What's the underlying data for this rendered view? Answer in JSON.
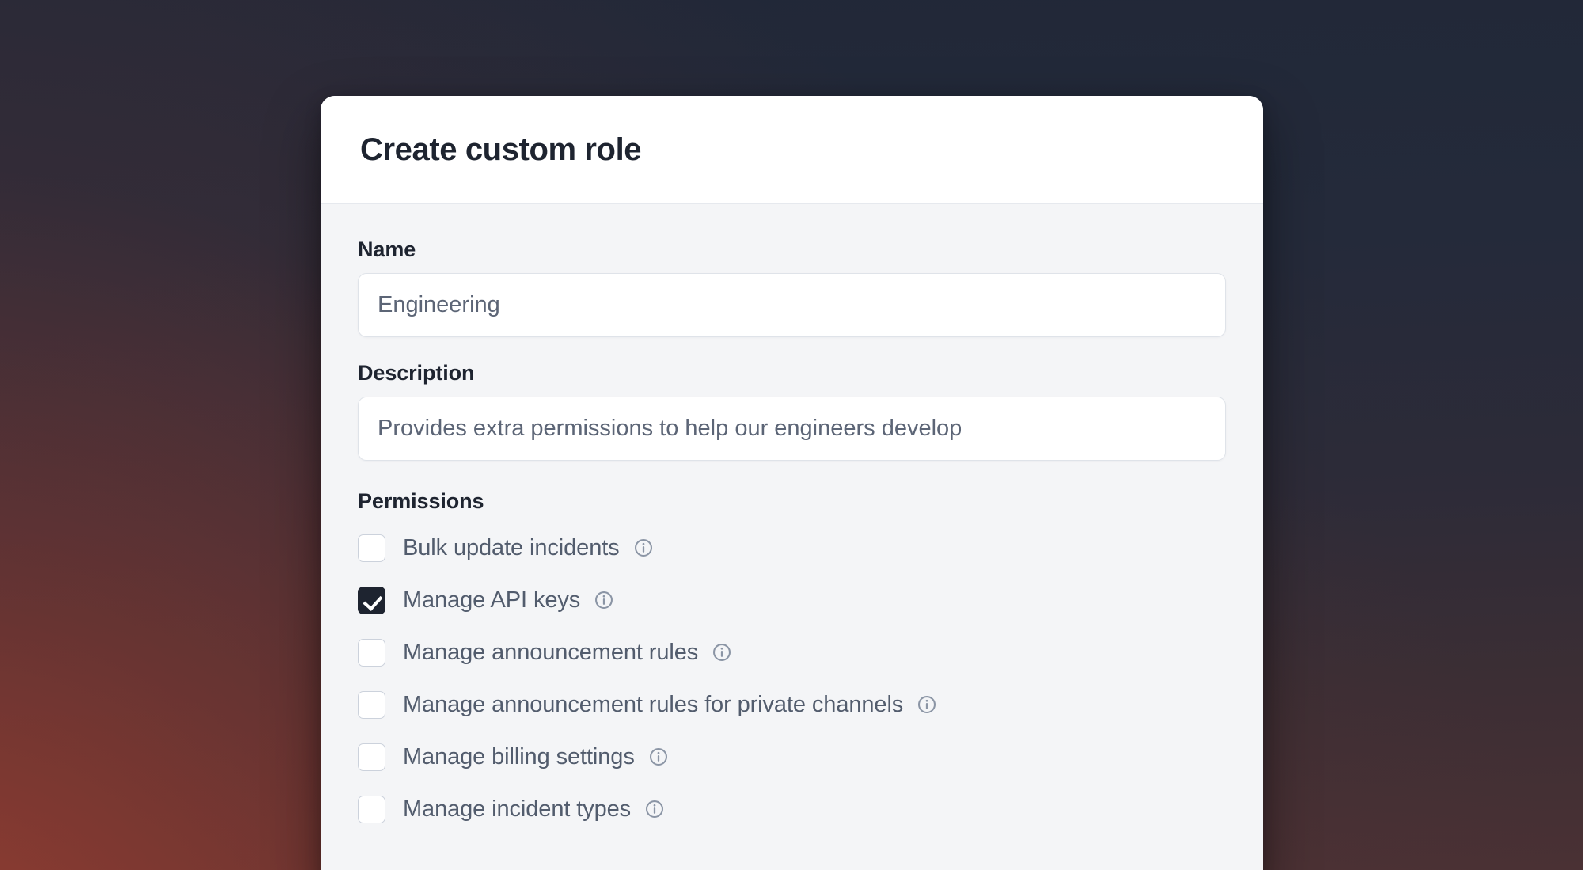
{
  "dialog": {
    "title": "Create custom role"
  },
  "form": {
    "name": {
      "label": "Name",
      "value": "",
      "placeholder": "Engineering"
    },
    "description": {
      "label": "Description",
      "value": "",
      "placeholder": "Provides extra permissions to help our engineers develop"
    },
    "permissions": {
      "label": "Permissions",
      "info_icon": "info-icon",
      "items": [
        {
          "label": "Bulk update incidents",
          "checked": false
        },
        {
          "label": "Manage API keys",
          "checked": true
        },
        {
          "label": "Manage announcement rules",
          "checked": false
        },
        {
          "label": "Manage announcement rules for private channels",
          "checked": false
        },
        {
          "label": "Manage billing settings",
          "checked": false
        },
        {
          "label": "Manage incident types",
          "checked": false
        }
      ]
    }
  },
  "colors": {
    "accent": "#1e2430",
    "dialog_background": "#ffffff",
    "body_background": "#f4f5f7",
    "border": "#dfe3e9",
    "label_text": "#1e2430",
    "input_text": "#5c6576",
    "icon_gray": "#8b95a5",
    "backdrop_top": "#212838",
    "backdrop_bottom": "#4a3134"
  }
}
